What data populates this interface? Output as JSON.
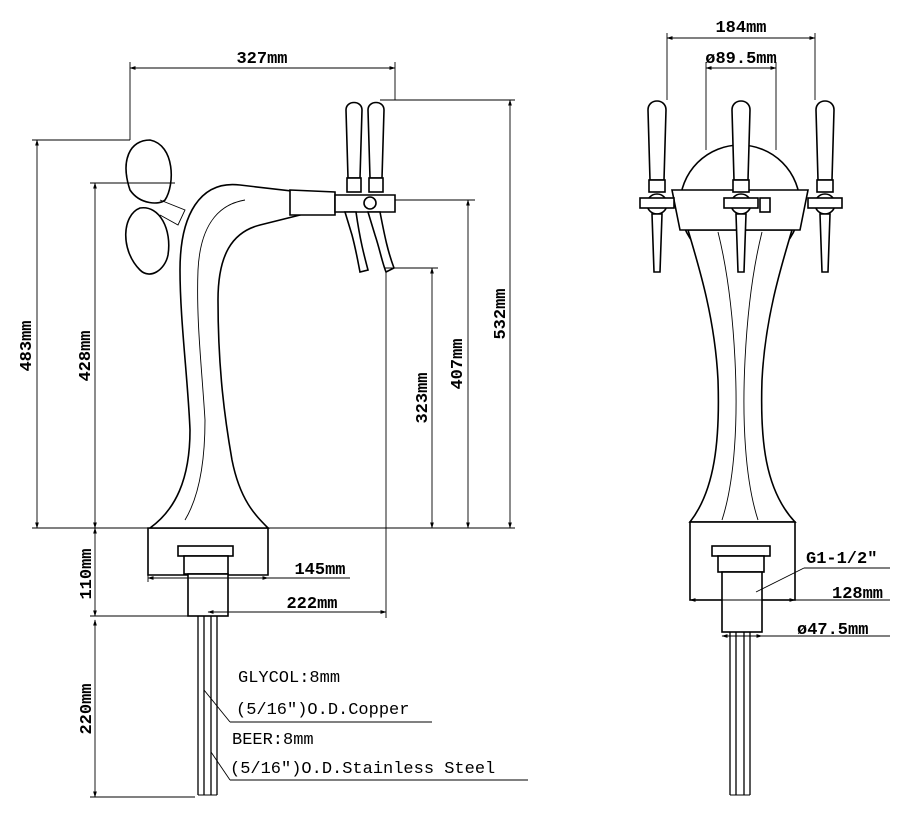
{
  "side_view": {
    "width_top": "327mm",
    "height_total": "532mm",
    "height_overall": "483mm",
    "height_mid": "428mm",
    "height_tap": "407mm",
    "height_spout": "323mm",
    "below_counter": "110mm",
    "base_width": "145mm",
    "reach": "222mm",
    "tubing_length": "220mm",
    "glycol_label": "GLYCOL:8mm",
    "glycol_spec": "(5/16″)O.D.Copper",
    "beer_label": "BEER:8mm",
    "beer_spec": "(5/16″)O.D.Stainless Steel"
  },
  "front_view": {
    "tap_span": "184mm",
    "head_diameter": "ø89.5mm",
    "thread": "G1-1/2″",
    "base_width": "128mm",
    "shank_diameter": "ø47.5mm"
  }
}
